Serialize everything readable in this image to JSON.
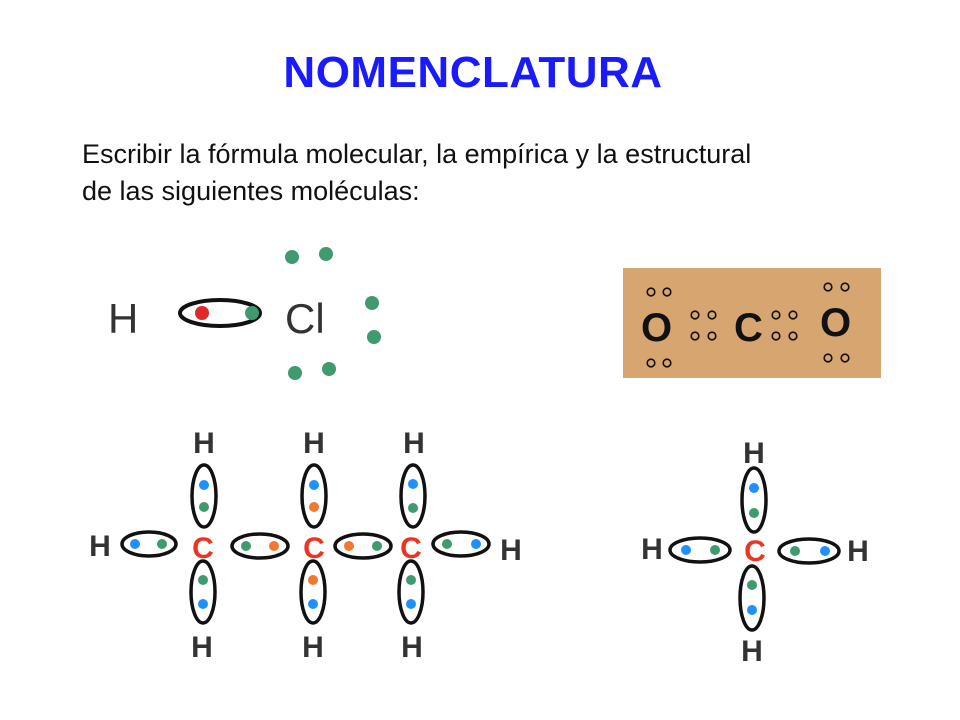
{
  "slide": {
    "title": "NOMENCLATURA",
    "instruction_lines": [
      "Escribir la fórmula molecular, la empírica y la estructural",
      "de las siguientes moléculas:"
    ]
  },
  "molecules": {
    "hcl": {
      "atoms": [
        "H",
        "Cl"
      ]
    },
    "co2": {
      "atoms": [
        "O",
        "C",
        "O"
      ]
    },
    "propane": {
      "atoms": {
        "h": "H",
        "c": "C"
      }
    },
    "methane": {
      "atoms": {
        "h": "H",
        "c": "C"
      }
    }
  },
  "colors": {
    "title": "#1a1aff",
    "hydrogen_electron": "#1e90ff",
    "carbon_electron": "#f07830",
    "chlorine_electron": "#3f9a6e",
    "hcl_hydrogen_electron": "#e02a2a",
    "co2_panel": "#d7a56f",
    "symbol_red": "#ee3322",
    "symbol_dark": "#333333"
  }
}
